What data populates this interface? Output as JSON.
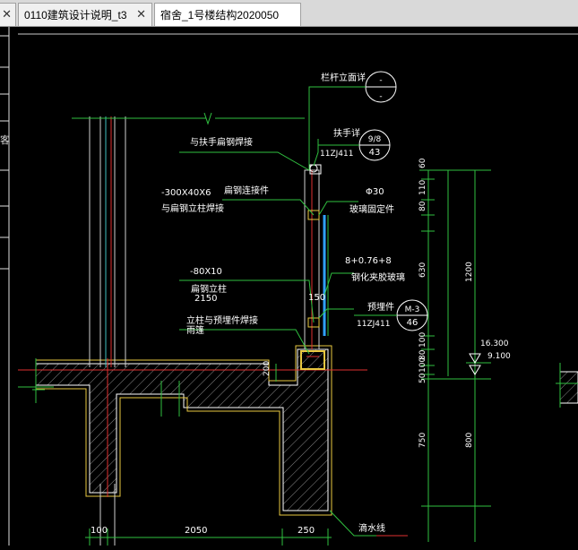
{
  "tabs": [
    {
      "label": "",
      "close": "✕"
    },
    {
      "label": "0110建筑设计说明_t3",
      "close": "✕"
    },
    {
      "label": "宿舍_1号楼结构2020050",
      "close": ""
    }
  ],
  "drawing": {
    "callouts": {
      "rail_elev": "栏杆立面详",
      "rail_elev_top": "-",
      "rail_elev_bot": "-",
      "handrail": "扶手详",
      "handrail_ref": "11ZJ411",
      "handrail_top": "9/8",
      "handrail_bot": "43",
      "embed": "预埋件",
      "embed_ref": "11ZJ411",
      "embed_top": "M-3",
      "embed_bot": "46"
    },
    "notes": {
      "weld_handrail": "与扶手扁钢焊接",
      "plate": "-300X40X6",
      "weld_post": "与扁钢立柱焊接",
      "connector": "扁钢连接件",
      "phi30": "Φ30",
      "glass_fix": "玻璃固定件",
      "flat80": "-80X10",
      "flat_post": "扁钢立柱",
      "glass_spec": "8+0.76+8",
      "glass": "钢化夹胶玻璃",
      "d150": "150",
      "d2150": "2150",
      "weld_embed": "立柱与预埋件焊接",
      "rain": "滴水线",
      "shuiting": "雨篷"
    },
    "dims_right": [
      "60",
      "110",
      "80",
      "630",
      "100",
      "80",
      "100",
      "50",
      "750"
    ],
    "dims_total": [
      "1200",
      "800"
    ],
    "levels": [
      "16.300",
      "9.100"
    ],
    "dims_bottom": [
      "100",
      "2050",
      "250"
    ],
    "dim200": "200",
    "left_edge": "客"
  }
}
